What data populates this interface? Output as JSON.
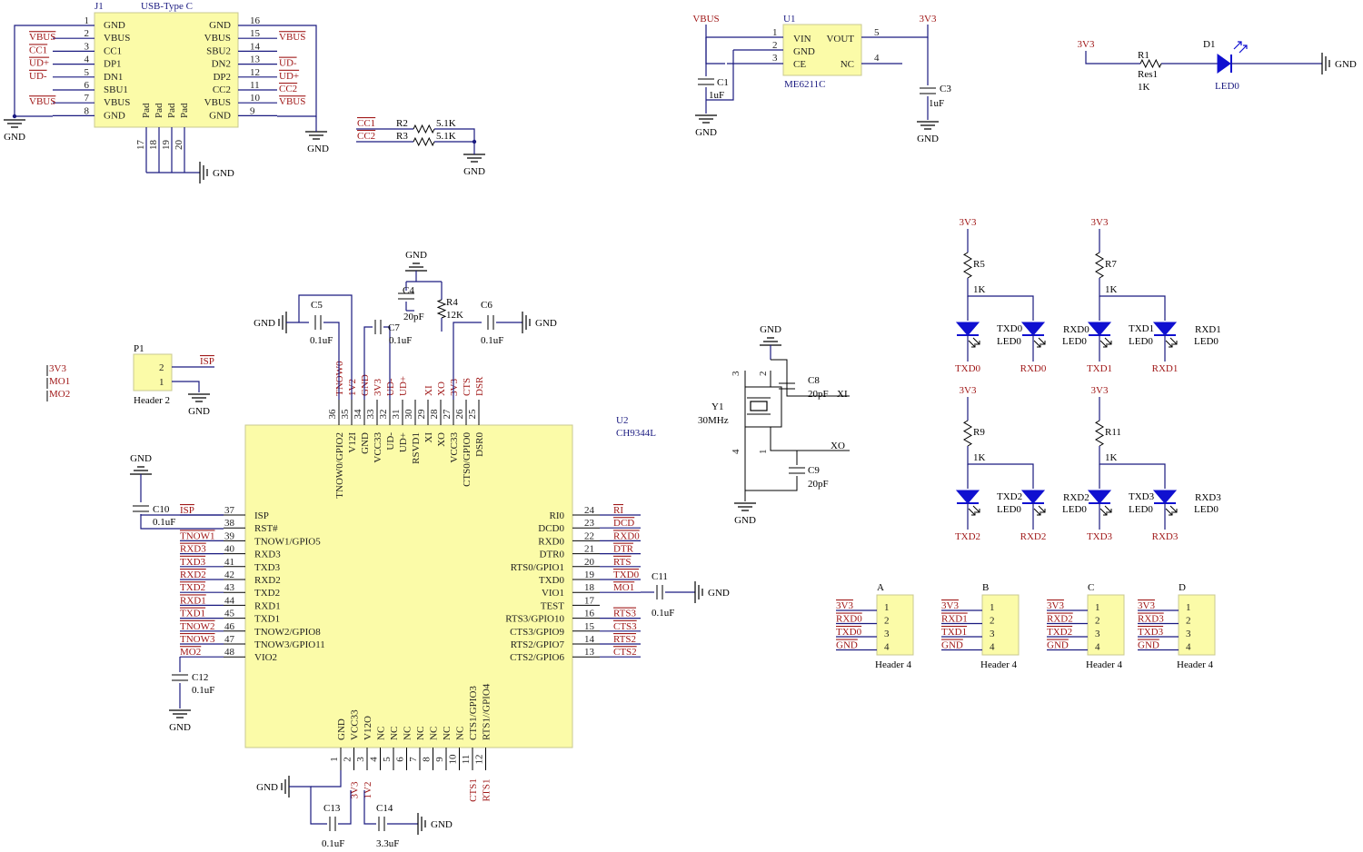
{
  "j1": {
    "ref": "J1",
    "name": "USB-Type C",
    "left": [
      {
        "n": "1",
        "p": "GND",
        "net": ""
      },
      {
        "n": "2",
        "p": "VBUS",
        "net": "VBUS"
      },
      {
        "n": "3",
        "p": "CC1",
        "net": "CC1"
      },
      {
        "n": "4",
        "p": "DP1",
        "net": "UD+"
      },
      {
        "n": "5",
        "p": "DN1",
        "net": "UD-"
      },
      {
        "n": "6",
        "p": "SBU1",
        "net": ""
      },
      {
        "n": "7",
        "p": "VBUS",
        "net": "VBUS"
      },
      {
        "n": "8",
        "p": "GND",
        "net": ""
      }
    ],
    "right": [
      {
        "n": "16",
        "p": "GND",
        "net": ""
      },
      {
        "n": "15",
        "p": "VBUS",
        "net": "VBUS"
      },
      {
        "n": "14",
        "p": "SBU2",
        "net": ""
      },
      {
        "n": "13",
        "p": "DN2",
        "net": "UD-"
      },
      {
        "n": "12",
        "p": "DP2",
        "net": "UD+"
      },
      {
        "n": "11",
        "p": "CC2",
        "net": "CC2"
      },
      {
        "n": "10",
        "p": "VBUS",
        "net": "VBUS"
      },
      {
        "n": "9",
        "p": "GND",
        "net": ""
      }
    ],
    "pads": [
      "Pad",
      "Pad",
      "Pad",
      "Pad"
    ],
    "pad_nums": [
      "17",
      "18",
      "19",
      "20"
    ]
  },
  "gnd_label": "GND",
  "r2": {
    "ref": "R2",
    "val": "5.1K",
    "net": "CC1"
  },
  "r3": {
    "ref": "R3",
    "val": "5.1K",
    "net": "CC2"
  },
  "u1": {
    "ref": "U1",
    "name": "ME6211C",
    "vin": "VIN",
    "gnd": "GND",
    "ce": "CE",
    "vout": "VOUT",
    "nc": "NC",
    "pins": [
      "1",
      "2",
      "3",
      "5",
      "4"
    ],
    "vbus": "VBUS",
    "v33": "3V3"
  },
  "c1": {
    "ref": "C1",
    "val": "1uF"
  },
  "c3": {
    "ref": "C3",
    "val": "1uF"
  },
  "r1": {
    "ref": "R1",
    "sub": "Res1",
    "val": "1K",
    "net": "3V3"
  },
  "d1": {
    "ref": "D1",
    "val": "LED0"
  },
  "u2": {
    "ref": "U2",
    "name": "CH9344L",
    "top": [
      {
        "n": "36",
        "p": "TNOW0/GPIO2",
        "net": "TNOW0"
      },
      {
        "n": "35",
        "p": "V12I",
        "net": "1V2"
      },
      {
        "n": "34",
        "p": "GND",
        "net": "GND"
      },
      {
        "n": "33",
        "p": "VCC33",
        "net": "3V3"
      },
      {
        "n": "32",
        "p": "UD-",
        "net": "UD-"
      },
      {
        "n": "31",
        "p": "UD+",
        "net": "UD+"
      },
      {
        "n": "30",
        "p": "RSVD1",
        "net": ""
      },
      {
        "n": "29",
        "p": "XI",
        "net": "XI"
      },
      {
        "n": "28",
        "p": "XO",
        "net": "XO"
      },
      {
        "n": "27",
        "p": "VCC33",
        "net": "3V3"
      },
      {
        "n": "26",
        "p": "CTS0/GPIO0",
        "net": "CTS"
      },
      {
        "n": "25",
        "p": "DSR0",
        "net": "DSR"
      }
    ],
    "left": [
      {
        "n": "37",
        "p": "ISP",
        "net": "ISP"
      },
      {
        "n": "38",
        "p": "RST#",
        "net": ""
      },
      {
        "n": "39",
        "p": "TNOW1/GPIO5",
        "net": "TNOW1"
      },
      {
        "n": "40",
        "p": "RXD3",
        "net": "RXD3"
      },
      {
        "n": "41",
        "p": "TXD3",
        "net": "TXD3"
      },
      {
        "n": "42",
        "p": "RXD2",
        "net": "RXD2"
      },
      {
        "n": "43",
        "p": "TXD2",
        "net": "TXD2"
      },
      {
        "n": "44",
        "p": "RXD1",
        "net": "RXD1"
      },
      {
        "n": "45",
        "p": "TXD1",
        "net": "TXD1"
      },
      {
        "n": "46",
        "p": "TNOW2/GPIO8",
        "net": "TNOW2"
      },
      {
        "n": "47",
        "p": "TNOW3/GPIO11",
        "net": "TNOW3"
      },
      {
        "n": "48",
        "p": "VIO2",
        "net": "MO2"
      }
    ],
    "right": [
      {
        "n": "24",
        "p": "RI0",
        "net": "RI"
      },
      {
        "n": "23",
        "p": "DCD0",
        "net": "DCD"
      },
      {
        "n": "22",
        "p": "RXD0",
        "net": "RXD0"
      },
      {
        "n": "21",
        "p": "DTR0",
        "net": "DTR"
      },
      {
        "n": "20",
        "p": "RTS0/GPIO1",
        "net": "RTS"
      },
      {
        "n": "19",
        "p": "TXD0",
        "net": "TXD0"
      },
      {
        "n": "18",
        "p": "VIO1",
        "net": "MO1"
      },
      {
        "n": "17",
        "p": "TEST",
        "net": ""
      },
      {
        "n": "16",
        "p": "RTS3/GPIO10",
        "net": "RTS3"
      },
      {
        "n": "15",
        "p": "CTS3/GPIO9",
        "net": "CTS3"
      },
      {
        "n": "14",
        "p": "RTS2/GPIO7",
        "net": "RTS2"
      },
      {
        "n": "13",
        "p": "CTS2/GPIO6",
        "net": "CTS2"
      }
    ],
    "bottom": [
      {
        "n": "1",
        "p": "GND",
        "net": ""
      },
      {
        "n": "2",
        "p": "VCC33",
        "net": "3V3"
      },
      {
        "n": "3",
        "p": "V12O",
        "net": "1V2"
      },
      {
        "n": "4",
        "p": "NC",
        "net": ""
      },
      {
        "n": "5",
        "p": "NC",
        "net": ""
      },
      {
        "n": "6",
        "p": "NC",
        "net": ""
      },
      {
        "n": "7",
        "p": "NC",
        "net": ""
      },
      {
        "n": "8",
        "p": "NC",
        "net": ""
      },
      {
        "n": "9",
        "p": "NC",
        "net": ""
      },
      {
        "n": "10",
        "p": "NC",
        "net": ""
      },
      {
        "n": "11",
        "p": "CTS1/GPIO3",
        "net": "CTS1"
      },
      {
        "n": "12",
        "p": "RTS1//GPIO4",
        "net": "RTS1"
      }
    ]
  },
  "c4": {
    "ref": "C4",
    "val": "20pF"
  },
  "r4": {
    "ref": "R4",
    "val": "12K"
  },
  "c5": {
    "ref": "C5",
    "val": "0.1uF"
  },
  "c6": {
    "ref": "C6",
    "val": "0.1uF"
  },
  "c7": {
    "ref": "C7",
    "val": "0.1uF"
  },
  "c8": {
    "ref": "C8",
    "val": "20pF",
    "net": "XI"
  },
  "c9": {
    "ref": "C9",
    "val": "20pF",
    "net": "XO"
  },
  "c10": {
    "ref": "C10",
    "val": "0.1uF"
  },
  "c11": {
    "ref": "C11",
    "val": "0.1uF"
  },
  "c12": {
    "ref": "C12",
    "val": "0.1uF"
  },
  "c13": {
    "ref": "C13",
    "val": "0.1uF"
  },
  "c14": {
    "ref": "C14",
    "val": "3.3uF"
  },
  "y1": {
    "ref": "Y1",
    "val": "30MHz",
    "pins": [
      "3",
      "2",
      "4",
      "1"
    ]
  },
  "p1": {
    "ref": "P1",
    "name": "Header 2",
    "net": "ISP",
    "pins": [
      "2",
      "1"
    ]
  },
  "side_nets": [
    "3V3",
    "MO1",
    "MO2"
  ],
  "led_groups": [
    {
      "r": "R5",
      "val": "1K",
      "v": "3V3",
      "tx": "TXD0",
      "rx": "RXD0",
      "led": "LED0"
    },
    {
      "r": "R7",
      "val": "1K",
      "v": "3V3",
      "tx": "TXD1",
      "rx": "RXD1",
      "led": "LED0"
    },
    {
      "r": "R9",
      "val": "1K",
      "v": "3V3",
      "tx": "TXD2",
      "rx": "RXD2",
      "led": "LED0"
    },
    {
      "r": "R11",
      "val": "1K",
      "v": "3V3",
      "tx": "TXD3",
      "rx": "RXD3",
      "led": "LED0"
    }
  ],
  "headers": [
    {
      "ref": "A",
      "name": "Header 4",
      "nets": [
        "3V3",
        "RXD0",
        "TXD0",
        "GND"
      ],
      "pins": [
        "1",
        "2",
        "3",
        "4"
      ]
    },
    {
      "ref": "B",
      "name": "Header 4",
      "nets": [
        "3V3",
        "RXD1",
        "TXD1",
        "GND"
      ],
      "pins": [
        "1",
        "2",
        "3",
        "4"
      ]
    },
    {
      "ref": "C",
      "name": "Header 4",
      "nets": [
        "3V3",
        "RXD2",
        "TXD2",
        "GND"
      ],
      "pins": [
        "1",
        "2",
        "3",
        "4"
      ]
    },
    {
      "ref": "D",
      "name": "Header 4",
      "nets": [
        "3V3",
        "RXD3",
        "TXD3",
        "GND"
      ],
      "pins": [
        "1",
        "2",
        "3",
        "4"
      ]
    }
  ]
}
